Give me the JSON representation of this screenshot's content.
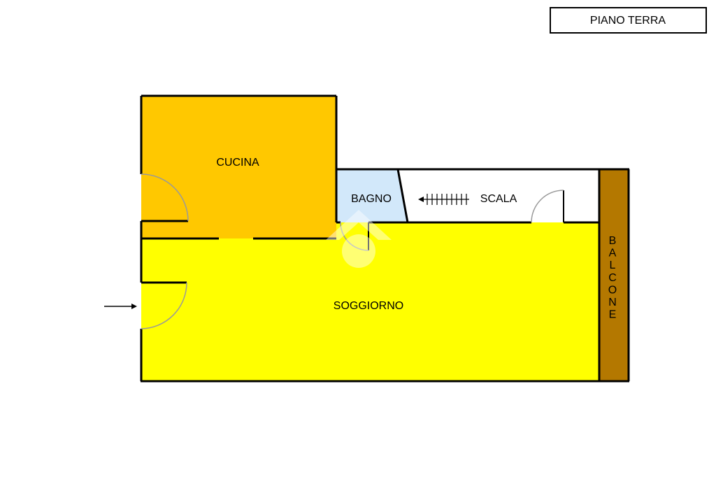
{
  "title": "PIANO TERRA",
  "rooms": {
    "cucina": "CUCINA",
    "bagno": "BAGNO",
    "scala": "SCALA",
    "soggiorno": "SOGGIORNO",
    "balcone": "BALCONE"
  },
  "colors": {
    "cucina": "#ffc800",
    "bagno": "#d2e8fa",
    "scala": "#ffffff",
    "soggiorno": "#ffff00",
    "balcone": "#b47800",
    "walls": "#000000",
    "door_arc": "#999999"
  },
  "icons": {
    "entrance": "entrance-arrow-icon",
    "stairs": "stairs-arrow-icon",
    "watermark": "house-watermark-icon"
  }
}
